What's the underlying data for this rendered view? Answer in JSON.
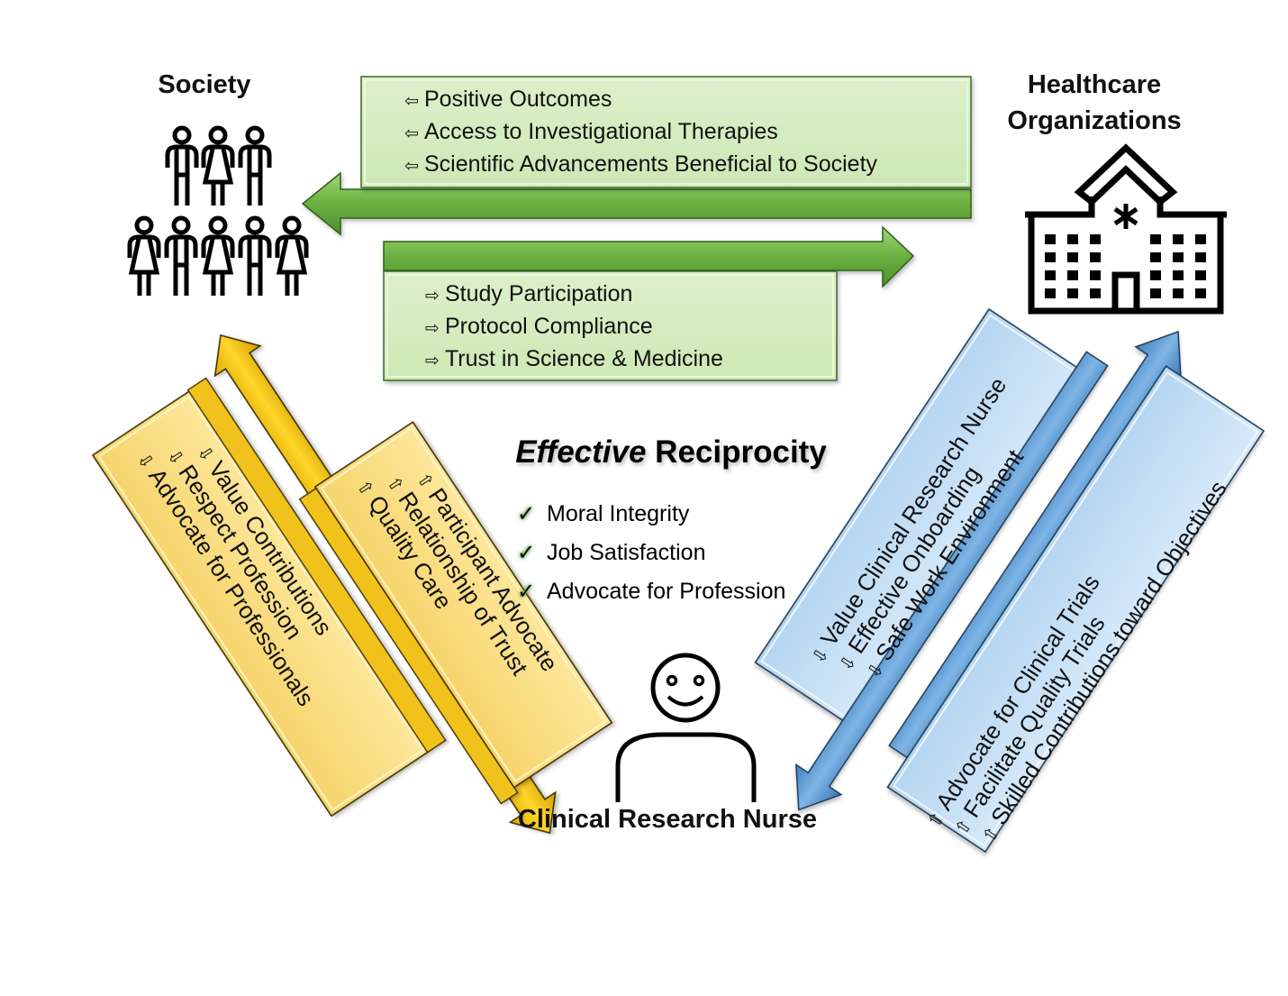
{
  "title": {
    "emphasis": "Effective",
    "rest": " Reciprocity"
  },
  "nodes": {
    "society": {
      "label": "Society",
      "icon": "people-group-icon"
    },
    "healthcare": {
      "label_line1": "Healthcare",
      "label_line2": "Organizations",
      "icon": "hospital-building-icon"
    },
    "nurse": {
      "label": "Clinical Research Nurse",
      "icon": "smiling-person-icon"
    }
  },
  "outcomes": [
    {
      "check": "✓",
      "text": "Moral Integrity"
    },
    {
      "check": "✓",
      "text": "Job Satisfaction"
    },
    {
      "check": "✓",
      "text": "Advocate for Profession"
    }
  ],
  "panels": {
    "healthcare_to_society": {
      "color": "#d5ecc1",
      "arrow_glyph": "⇦",
      "items": [
        "Positive Outcomes",
        "Access to Investigational Therapies",
        "Scientific Advancements Beneficial to Society"
      ]
    },
    "society_to_healthcare": {
      "color": "#d5ecc1",
      "arrow_glyph": "⇨",
      "items": [
        "Study Participation",
        "Protocol Compliance",
        "Trust in Science & Medicine"
      ]
    },
    "society_to_nurse": {
      "color": "#fbe08b",
      "arrow_glyph": "⇩",
      "items": [
        "Value Contributions",
        "Respect Profession",
        "Advocate for Professionals"
      ]
    },
    "nurse_to_society": {
      "color": "#fbe08b",
      "arrow_glyph": "⇧",
      "items": [
        "Participant Advocate",
        "Relationship of Trust",
        "Quality Care"
      ]
    },
    "healthcare_to_nurse": {
      "color": "#c4dff5",
      "arrow_glyph": "⇩",
      "items": [
        "Value Clinical Research Nurse",
        "Effective Onboarding",
        "Safe Work Environment"
      ]
    },
    "nurse_to_healthcare": {
      "color": "#c4dff5",
      "arrow_glyph": "⇧",
      "items": [
        "Advocate for Clinical Trials",
        "Facilitate Quality Trials",
        "Skilled Contributions toward Objectives"
      ]
    }
  },
  "colors": {
    "green_arrow": "#6fb64a",
    "yellow_arrow": "#f3c40f",
    "blue_arrow": "#5b9bd5",
    "check_glow": "#8fd16a"
  }
}
